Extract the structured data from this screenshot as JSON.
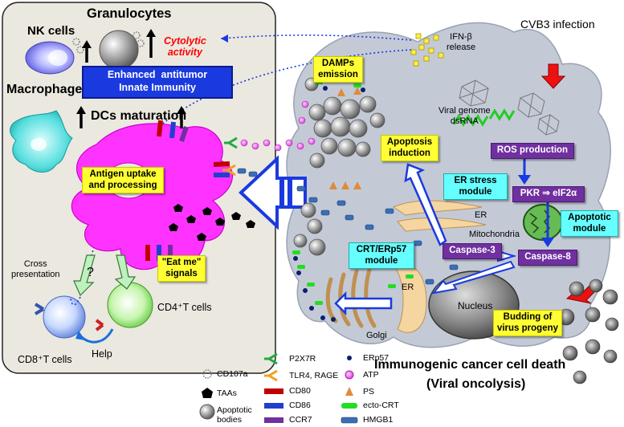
{
  "immune_panel": {
    "nk_cells": "NK cells",
    "granulocytes": "Granulocytes",
    "cytolytic_activity": "Cytolytic\nactivity",
    "innate_immunity": "Enhanced  antitumor\nInnate Immunity",
    "macrophage": "Macrophage",
    "dcs_maturation": "DCs maturation",
    "antigen_uptake": "Antigen uptake\nand processing",
    "eat_me_signals": "\"Eat me\"\nsignals",
    "cross_presentation": "Cross\npresentation",
    "question_mark": "?",
    "cd4_t_cells": "CD4⁺T cells",
    "cd8_t_cells": "CD8⁺T cells",
    "help": "Help"
  },
  "tumor_cell": {
    "ifn_release": "IFN-β\nrelease",
    "cvb3_infection": "CVB3 infection",
    "damps_emission": "DAMPs\nemission",
    "viral_genome": "Viral genome\ndsRNA",
    "ros_production": "ROS production",
    "apoptosis_induction": "Apoptosis\ninduction",
    "er_stress_module": "ER stress\nmodule",
    "pkr_eif2a": "PKR ⇒ eIF2α",
    "er_label": "ER",
    "mitochondria": "Mitochondria",
    "apoptotic_module": "Apoptotic\nmodule",
    "crt_erp57_module": "CRT/ERp57\nmodule",
    "caspase3": "Caspase-3",
    "caspase8": "Caspase-8",
    "nucleus": "Nucleus",
    "er_label_2": "ER",
    "golgi": "Golgi",
    "budding": "Budding of\nvirus progeny"
  },
  "title": {
    "line1": "Immunogenic cancer cell death",
    "line2": "(Viral oncolysis)"
  },
  "legend": {
    "cd107a": "CD107a",
    "taas": "TAAs",
    "apoptotic_bodies": "Apoptotic\nbodies",
    "p2x7r": "P2X7R",
    "tlr4_rage": "TLR4, RAGE",
    "cd80": "CD80",
    "cd86": "CD86",
    "ccr7": "CCR7",
    "erp57": "ERp57",
    "atp": "ATP",
    "ps": "PS",
    "ecto_crt": "ecto-CRT",
    "hmgb1": "HMGB1"
  },
  "colors": {
    "panel_bg": "#ebe8df",
    "tumor_cell": "#c3cad6",
    "dc_magenta": "#ff33ff",
    "yellow_label": "#ffff33",
    "cyan_label": "#66ffff",
    "purple_label": "#7030a0",
    "blue_arrow": "#1a3ae0",
    "cd80_red": "#c00000",
    "cd86_blue": "#1f3fd0",
    "ccr7_purple": "#7030a0",
    "ecto_crt_green": "#22dd22",
    "hmgb1_blue": "#3b6fb5",
    "cytolytic_red": "#ff0000"
  }
}
